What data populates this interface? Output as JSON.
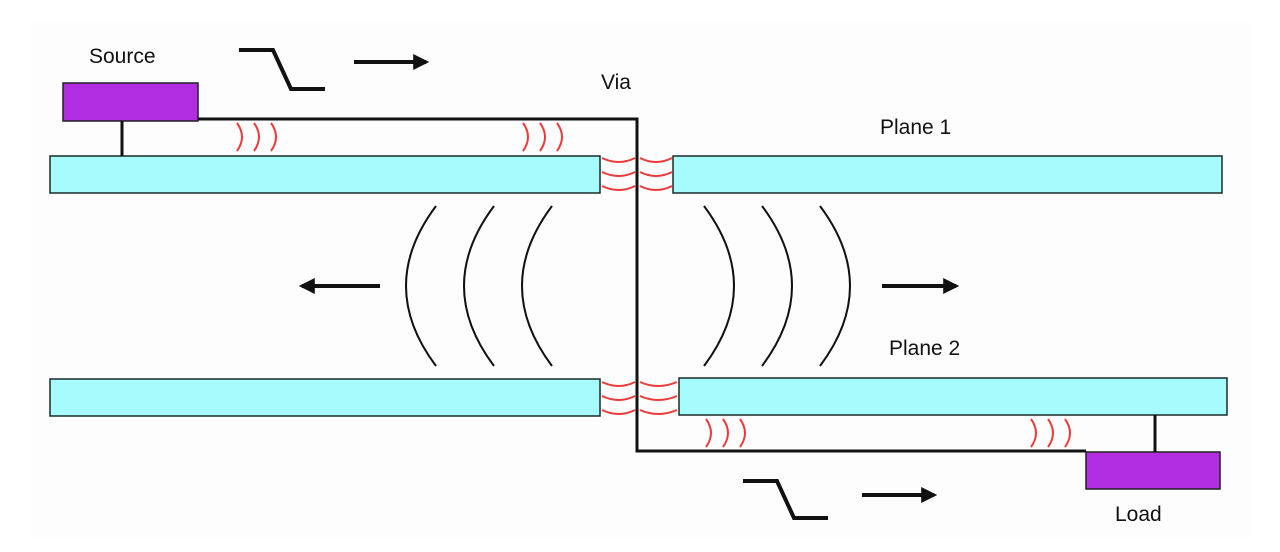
{
  "labels": {
    "source": "Source",
    "via": "Via",
    "plane1": "Plane 1",
    "plane2": "Plane 2",
    "load": "Load"
  },
  "colors": {
    "plane_fill": "#a6fbfd",
    "plane_stroke": "#1b2a2a",
    "component_fill": "#b02ee0",
    "trace": "#111111",
    "coupling_arcs": "#ef3a3a",
    "wave_arcs": "#111111",
    "background": "#ffffff"
  },
  "icons": {
    "step_waveform": "falling-edge-step-icon",
    "direction_arrow": "arrow-icon"
  }
}
